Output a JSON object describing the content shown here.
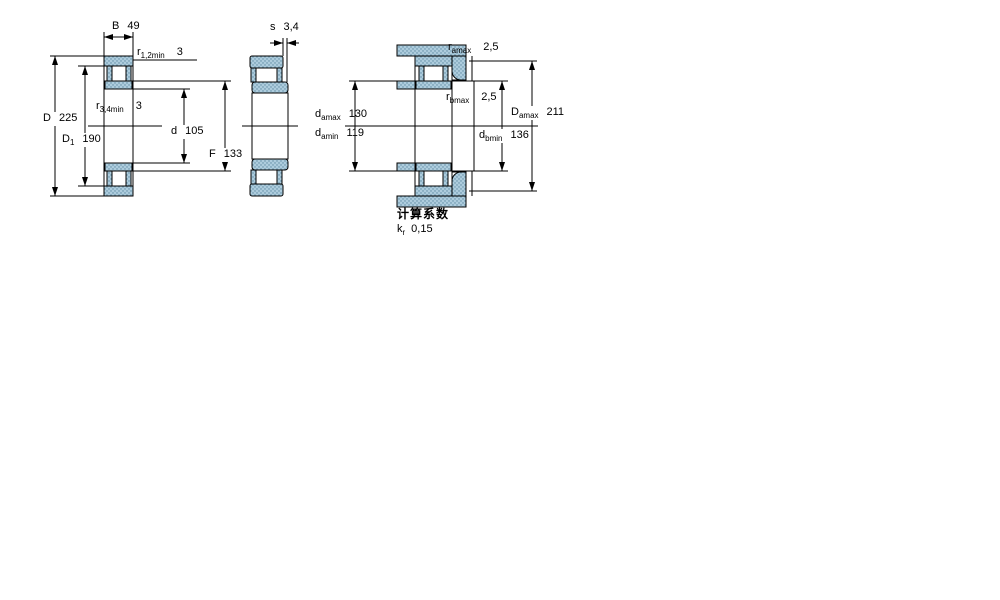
{
  "figure": {
    "colors": {
      "hatch_base": "#adccdd",
      "hatch_dot": "#5f8ba3",
      "line": "#000000",
      "background": "#ffffff"
    },
    "left_view": {
      "width_label": {
        "symbol": "B",
        "value": "49"
      },
      "corner_radius_12": {
        "symbol": "r",
        "subscript": "1,2min",
        "value": "3"
      },
      "outer_diameter": {
        "symbol": "D",
        "value": "225"
      },
      "rib_diameter": {
        "symbol": "D",
        "subscript": "1",
        "value": "190"
      },
      "corner_radius_34": {
        "symbol": "r",
        "subscript": "3,4min",
        "value": "3"
      },
      "bore_diameter": {
        "symbol": "d",
        "value": "105"
      },
      "raceway_diameter": {
        "symbol": "F",
        "value": "133"
      }
    },
    "middle_view": {
      "ring_offset": {
        "symbol": "s",
        "value": "3,4"
      }
    },
    "right_view": {
      "fillet_radius_a": {
        "symbol": "r",
        "subscript": "amax",
        "value": "2,5"
      },
      "fillet_radius_b": {
        "symbol": "r",
        "subscript": "bmax",
        "value": "2,5"
      },
      "shaft_abutment_max": {
        "symbol": "d",
        "subscript": "amax",
        "value": "130"
      },
      "shaft_abutment_min": {
        "symbol": "d",
        "subscript": "amin",
        "value": "119"
      },
      "housing_abutment_max": {
        "symbol": "D",
        "subscript": "amax",
        "value": "211"
      },
      "shoulder_diameter_min": {
        "symbol": "d",
        "subscript": "bmin",
        "value": "136"
      },
      "calculation_title": "计算系数",
      "calculation_factor": {
        "symbol": "k",
        "subscript": "r",
        "value": "0,15"
      }
    }
  }
}
